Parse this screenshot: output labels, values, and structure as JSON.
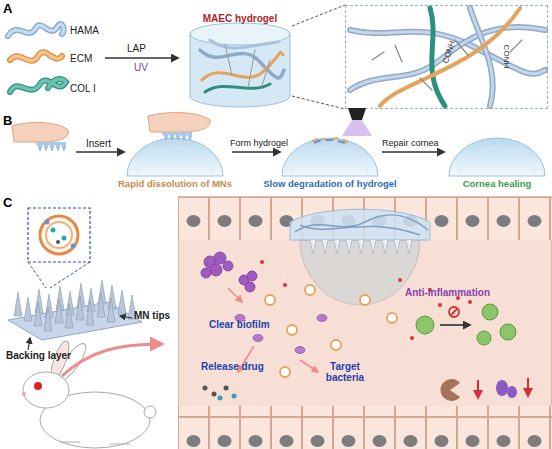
{
  "diagram": {
    "nodes": [
      {
        "text": [
          "MAEC hydrogel"
        ]
      },
      {
        "text": [
          "CONH",
          "CONH"
        ]
      },
      {
        "text": [
          "Clear biofilm",
          "Release drug",
          "Target bacteria",
          "Anti-inflammation"
        ]
      }
    ],
    "edges": [
      {
        "from": 0,
        "to": 1,
        "arrow": "none"
      }
    ],
    "labels": [
      "A",
      "HAMA",
      "ECM",
      "COL I",
      "LAP",
      "UV",
      "B",
      "Insert",
      "Form hydrogel",
      "Repair cornea",
      "Rapid dissolution of MNs",
      "Slow degradation of hydrogel",
      "Cornea healing",
      "C",
      "MN tips",
      "Backing layer"
    ]
  }
}
